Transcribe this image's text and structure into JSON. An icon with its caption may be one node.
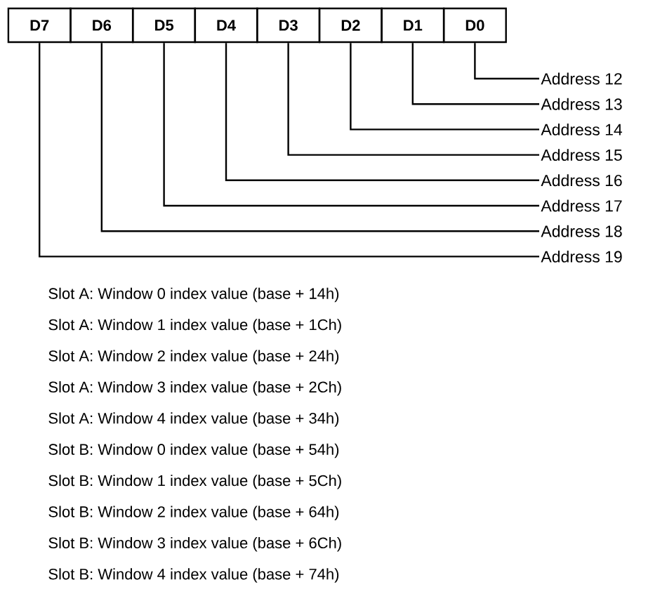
{
  "diagram": {
    "nodes": [
      {
        "text": [
          "D7"
        ]
      },
      {
        "text": [
          "D6"
        ]
      },
      {
        "text": [
          "D5"
        ]
      },
      {
        "text": [
          "D4"
        ]
      },
      {
        "text": [
          "D3"
        ]
      },
      {
        "text": [
          "D2"
        ]
      },
      {
        "text": [
          "D1"
        ]
      },
      {
        "text": [
          "D0"
        ]
      },
      {
        "text": [
          "Address 12"
        ]
      },
      {
        "text": [
          "Address 13"
        ]
      },
      {
        "text": [
          "Address 14"
        ]
      },
      {
        "text": [
          "Address 15"
        ]
      },
      {
        "text": [
          "Address 16"
        ]
      },
      {
        "text": [
          "Address 17"
        ]
      },
      {
        "text": [
          "Address 18"
        ]
      },
      {
        "text": [
          "Address 19"
        ]
      }
    ],
    "edges": [
      {
        "from": 7,
        "to": 8,
        "arrow": "none"
      },
      {
        "from": 6,
        "to": 9,
        "arrow": "none"
      },
      {
        "from": 5,
        "to": 10,
        "arrow": "none"
      },
      {
        "from": 4,
        "to": 11,
        "arrow": "none"
      },
      {
        "from": 3,
        "to": 12,
        "arrow": "none"
      },
      {
        "from": 2,
        "to": 13,
        "arrow": "none"
      },
      {
        "from": 1,
        "to": 14,
        "arrow": "none"
      },
      {
        "from": 0,
        "to": 15,
        "arrow": "none"
      }
    ],
    "labels": [
      "Slot A: Window 0 index value (base + 14h)",
      "Slot A: Window 1 index value (base + 1Ch)",
      "Slot A: Window 2 index value (base + 24h)",
      "Slot A: Window 3 index value (base + 2Ch)",
      "Slot A: Window 4 index value (base + 34h)",
      "Slot B: Window 0 index value (base + 54h)",
      "Slot B: Window 1 index value (base + 5Ch)",
      "Slot B: Window 2 index value (base + 64h)",
      "Slot B: Window 3 index value (base + 6Ch)",
      "Slot B: Window 4 index value (base + 74h)"
    ]
  }
}
